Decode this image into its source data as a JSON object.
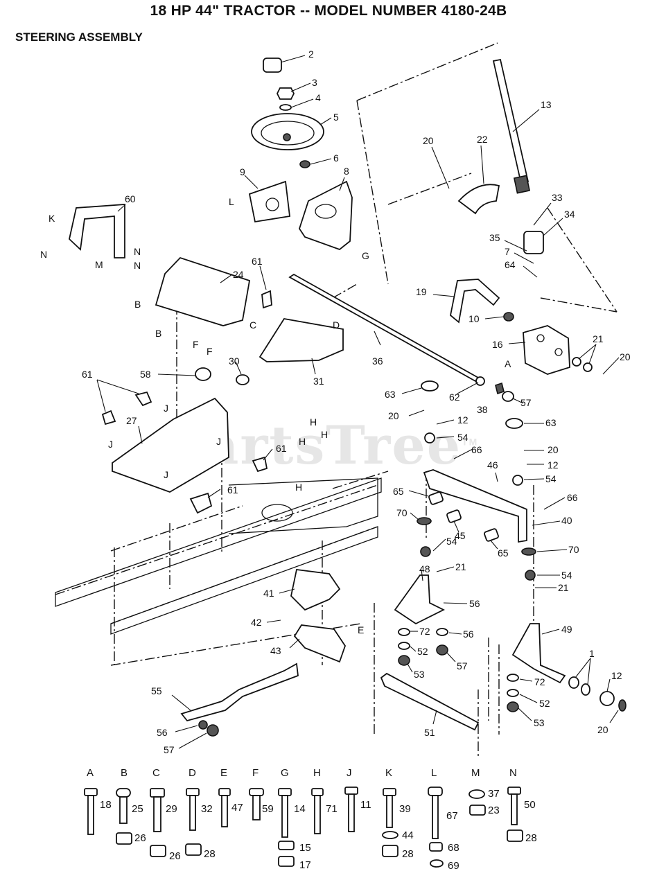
{
  "title": "18 HP 44\" TRACTOR -- MODEL NUMBER 4180-24B",
  "subtitle": "STEERING ASSEMBLY",
  "watermark": "PartsTree",
  "watermark_tm": "TM",
  "callouts": [
    {
      "id": "c2",
      "text": "2"
    },
    {
      "id": "c3",
      "text": "3"
    },
    {
      "id": "c4",
      "text": "4"
    },
    {
      "id": "c5",
      "text": "5"
    },
    {
      "id": "c6",
      "text": "6"
    },
    {
      "id": "c8",
      "text": "8"
    },
    {
      "id": "c9",
      "text": "9"
    },
    {
      "id": "c13",
      "text": "13"
    },
    {
      "id": "c20a",
      "text": "20"
    },
    {
      "id": "c22",
      "text": "22"
    },
    {
      "id": "c33",
      "text": "33"
    },
    {
      "id": "c34",
      "text": "34"
    },
    {
      "id": "c35",
      "text": "35"
    },
    {
      "id": "c7",
      "text": "7"
    },
    {
      "id": "c64",
      "text": "64"
    },
    {
      "id": "c60",
      "text": "60"
    },
    {
      "id": "c24",
      "text": "24"
    },
    {
      "id": "c61a",
      "text": "61"
    },
    {
      "id": "c19",
      "text": "19"
    },
    {
      "id": "c10",
      "text": "10"
    },
    {
      "id": "c16",
      "text": "16"
    },
    {
      "id": "c21a",
      "text": "21"
    },
    {
      "id": "c20b",
      "text": "20"
    },
    {
      "id": "c36",
      "text": "36"
    },
    {
      "id": "c31",
      "text": "31"
    },
    {
      "id": "c30",
      "text": "30"
    },
    {
      "id": "c58",
      "text": "58"
    },
    {
      "id": "c61b",
      "text": "61"
    },
    {
      "id": "c27",
      "text": "27"
    },
    {
      "id": "c61c",
      "text": "61"
    },
    {
      "id": "c61d",
      "text": "61"
    },
    {
      "id": "c63a",
      "text": "63"
    },
    {
      "id": "c62",
      "text": "62"
    },
    {
      "id": "c38",
      "text": "38"
    },
    {
      "id": "c57a",
      "text": "57"
    },
    {
      "id": "c20c",
      "text": "20"
    },
    {
      "id": "c12a",
      "text": "12"
    },
    {
      "id": "c54a",
      "text": "54"
    },
    {
      "id": "c66a",
      "text": "66"
    },
    {
      "id": "c63b",
      "text": "63"
    },
    {
      "id": "c20d",
      "text": "20"
    },
    {
      "id": "c12b",
      "text": "12"
    },
    {
      "id": "c46",
      "text": "46"
    },
    {
      "id": "c54b",
      "text": "54"
    },
    {
      "id": "c65a",
      "text": "65"
    },
    {
      "id": "c66b",
      "text": "66"
    },
    {
      "id": "c70a",
      "text": "70"
    },
    {
      "id": "c45",
      "text": "45"
    },
    {
      "id": "c40",
      "text": "40"
    },
    {
      "id": "c65b",
      "text": "65"
    },
    {
      "id": "c70b",
      "text": "70"
    },
    {
      "id": "c54c",
      "text": "54"
    },
    {
      "id": "c54d",
      "text": "54"
    },
    {
      "id": "c21b",
      "text": "21"
    },
    {
      "id": "c21c",
      "text": "21"
    },
    {
      "id": "c48",
      "text": "48"
    },
    {
      "id": "c56a",
      "text": "56"
    },
    {
      "id": "c41",
      "text": "41"
    },
    {
      "id": "c42",
      "text": "42"
    },
    {
      "id": "c72a",
      "text": "72"
    },
    {
      "id": "c56b",
      "text": "56"
    },
    {
      "id": "c52a",
      "text": "52"
    },
    {
      "id": "c57b",
      "text": "57"
    },
    {
      "id": "c53a",
      "text": "53"
    },
    {
      "id": "c49",
      "text": "49"
    },
    {
      "id": "c43",
      "text": "43"
    },
    {
      "id": "c1",
      "text": "1"
    },
    {
      "id": "c12c",
      "text": "12"
    },
    {
      "id": "c72b",
      "text": "72"
    },
    {
      "id": "c52b",
      "text": "52"
    },
    {
      "id": "c53b",
      "text": "53"
    },
    {
      "id": "c20e",
      "text": "20"
    },
    {
      "id": "c55",
      "text": "55"
    },
    {
      "id": "c51",
      "text": "51"
    },
    {
      "id": "c56c",
      "text": "56"
    },
    {
      "id": "c57c",
      "text": "57"
    }
  ],
  "refs": [
    {
      "id": "rL",
      "text": "L"
    },
    {
      "id": "rK",
      "text": "K"
    },
    {
      "id": "rN1",
      "text": "N"
    },
    {
      "id": "rN2",
      "text": "N"
    },
    {
      "id": "rN3",
      "text": "N"
    },
    {
      "id": "rM",
      "text": "M"
    },
    {
      "id": "rG",
      "text": "G"
    },
    {
      "id": "rB1",
      "text": "B"
    },
    {
      "id": "rB2",
      "text": "B"
    },
    {
      "id": "rC",
      "text": "C"
    },
    {
      "id": "rD",
      "text": "D"
    },
    {
      "id": "rA",
      "text": "A"
    },
    {
      "id": "rF1",
      "text": "F"
    },
    {
      "id": "rF2",
      "text": "F"
    },
    {
      "id": "rJ1",
      "text": "J"
    },
    {
      "id": "rJ2",
      "text": "J"
    },
    {
      "id": "rJ3",
      "text": "J"
    },
    {
      "id": "rJ4",
      "text": "J"
    },
    {
      "id": "rH1",
      "text": "H"
    },
    {
      "id": "rH2",
      "text": "H"
    },
    {
      "id": "rH3",
      "text": "H"
    },
    {
      "id": "rH4",
      "text": "H"
    },
    {
      "id": "rE",
      "text": "E"
    }
  ],
  "hardware_key": [
    {
      "letter": "A",
      "parts": [
        "18"
      ]
    },
    {
      "letter": "B",
      "parts": [
        "25",
        "26"
      ]
    },
    {
      "letter": "C",
      "parts": [
        "29",
        "26"
      ]
    },
    {
      "letter": "D",
      "parts": [
        "32",
        "28"
      ]
    },
    {
      "letter": "E",
      "parts": [
        "47"
      ]
    },
    {
      "letter": "F",
      "parts": [
        "59"
      ]
    },
    {
      "letter": "G",
      "parts": [
        "14",
        "15",
        "17"
      ]
    },
    {
      "letter": "H",
      "parts": [
        "71"
      ]
    },
    {
      "letter": "J",
      "parts": [
        "11"
      ]
    },
    {
      "letter": "K",
      "parts": [
        "39",
        "44",
        "28"
      ]
    },
    {
      "letter": "L",
      "parts": [
        "67",
        "68",
        "69"
      ]
    },
    {
      "letter": "M",
      "parts": [
        "37",
        "23"
      ]
    },
    {
      "letter": "N",
      "parts": [
        "50",
        "28"
      ]
    }
  ]
}
